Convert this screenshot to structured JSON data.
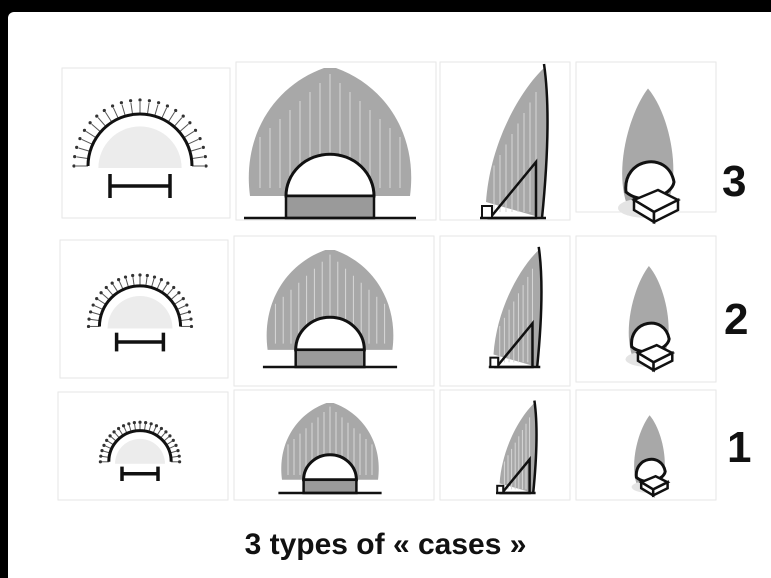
{
  "row_labels": [
    "3",
    "2",
    "1"
  ],
  "caption": "3 types of « cases »",
  "colors": {
    "background": "#000000",
    "panel": "#ffffff",
    "plume": "#a8a8a8",
    "outline": "#111111"
  }
}
